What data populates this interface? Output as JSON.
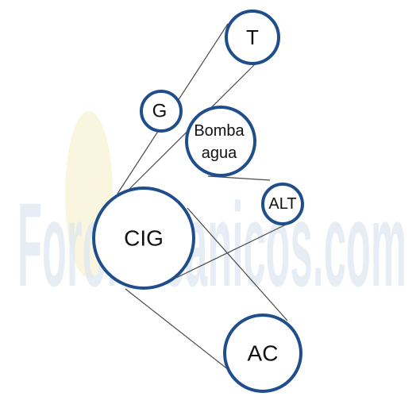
{
  "watermark": {
    "text": "ForoMecanicos.com"
  },
  "colors": {
    "circle_stroke": "#1f4e8c",
    "belt": "#4a4a4a",
    "watermark": "#dde6f1",
    "watermark_accent": "#f3e2a8"
  },
  "pulleys": {
    "t": {
      "label": "T"
    },
    "g": {
      "label": "G"
    },
    "bomba": {
      "line1": "Bomba",
      "line2": "agua"
    },
    "alt": {
      "label": "ALT"
    },
    "cig": {
      "label": "CIG"
    },
    "ac": {
      "label": "AC"
    }
  }
}
